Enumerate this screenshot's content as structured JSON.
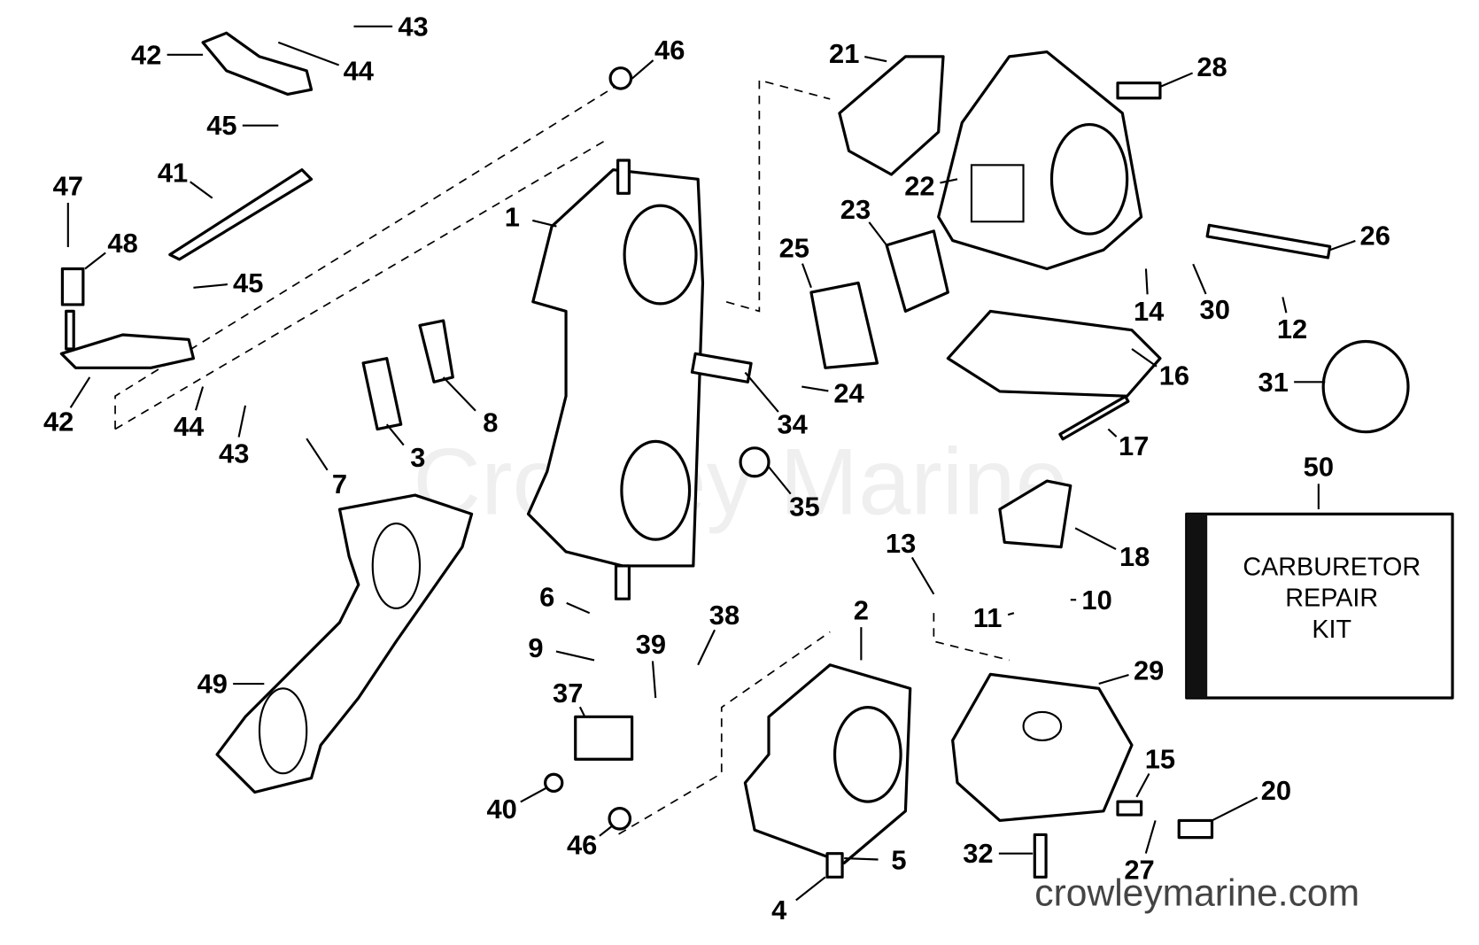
{
  "diagram": {
    "part_labels": [
      "43",
      "44",
      "42",
      "46",
      "45",
      "41",
      "47",
      "48",
      "45",
      "42",
      "44",
      "43",
      "7",
      "3",
      "8",
      "1",
      "21",
      "28",
      "22",
      "23",
      "25",
      "26",
      "14",
      "30",
      "12",
      "34",
      "24",
      "16",
      "31",
      "17",
      "50",
      "35",
      "18",
      "13",
      "10",
      "11",
      "6",
      "38",
      "2",
      "9",
      "39",
      "37",
      "29",
      "49",
      "15",
      "20",
      "40",
      "46",
      "5",
      "32",
      "27",
      "4"
    ],
    "kit_box": {
      "line1": "CARBURETOR",
      "line2": "REPAIR",
      "line3": "KIT"
    },
    "watermark": "Crowley Marine",
    "website": "crowleymarine.com"
  }
}
